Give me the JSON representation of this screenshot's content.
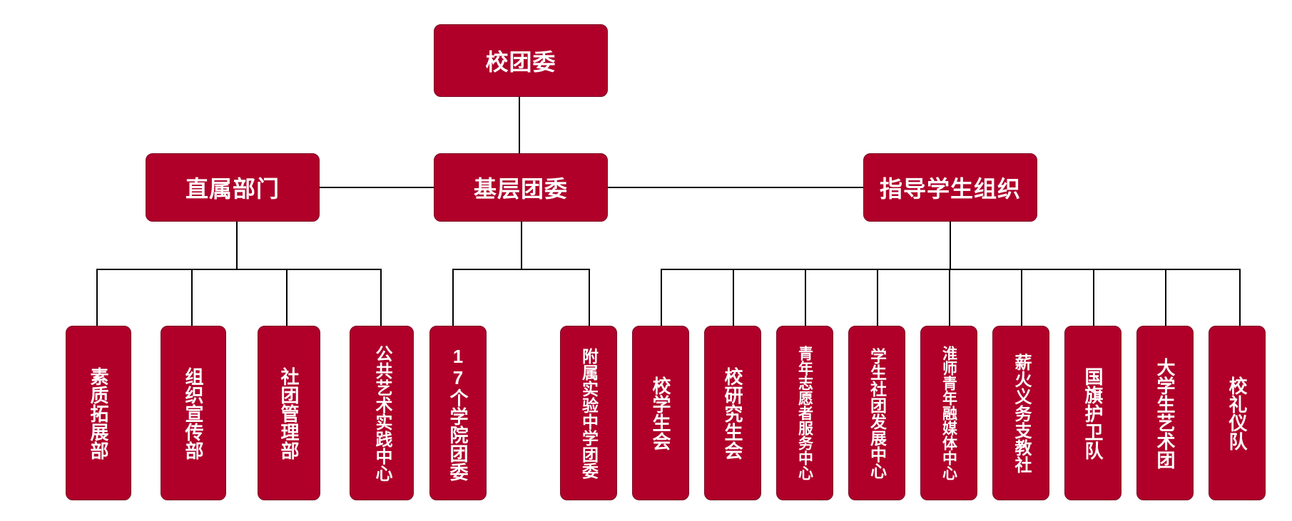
{
  "top": {
    "label": "校团委"
  },
  "middle": [
    {
      "label": "直属部门"
    },
    {
      "label": "基层团委"
    },
    {
      "label": "指导学生组织"
    }
  ],
  "leaves": [
    {
      "label": "素质拓展部"
    },
    {
      "label": "组织宣传部"
    },
    {
      "label": "社团管理部"
    },
    {
      "label": "公共艺术实践中心"
    },
    {
      "label": "17个学院团委"
    },
    {
      "label": "附属实验中学团委"
    },
    {
      "label": "校学生会"
    },
    {
      "label": "校研究生会"
    },
    {
      "label": "青年志愿者服务中心"
    },
    {
      "label": "学生社团发展中心"
    },
    {
      "label": "淮师青年融媒体中心"
    },
    {
      "label": "薪火义务支教社"
    },
    {
      "label": "国旗护卫队"
    },
    {
      "label": "大学生艺术团"
    },
    {
      "label": "校礼仪队"
    }
  ]
}
